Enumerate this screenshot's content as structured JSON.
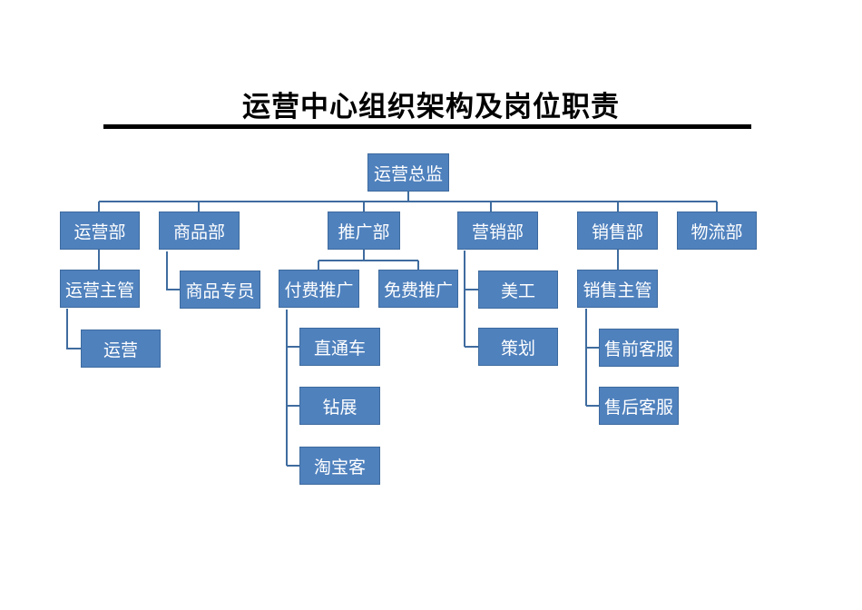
{
  "title": "运营中心组织架构及岗位职责",
  "colors": {
    "box_fill": "#4f81bd",
    "box_border": "#3d6a9e",
    "line": "#3f6c9f",
    "text": "#ffffff"
  },
  "org": {
    "root": "运营总监",
    "departments": {
      "operations": {
        "label": "运营部",
        "manager": "运营主管",
        "staff": "运营"
      },
      "merchandise": {
        "label": "商品部",
        "specialist": "商品专员"
      },
      "promotion": {
        "label": "推广部",
        "paid": "付费推广",
        "free": "免费推广",
        "paid_channels": [
          "直通车",
          "钻展",
          "淘宝客"
        ]
      },
      "marketing": {
        "label": "营销部",
        "roles": [
          "美工",
          "策划"
        ]
      },
      "sales": {
        "label": "销售部",
        "manager": "销售主管",
        "roles": [
          "售前客服",
          "售后客服"
        ]
      },
      "logistics": {
        "label": "物流部"
      }
    }
  }
}
